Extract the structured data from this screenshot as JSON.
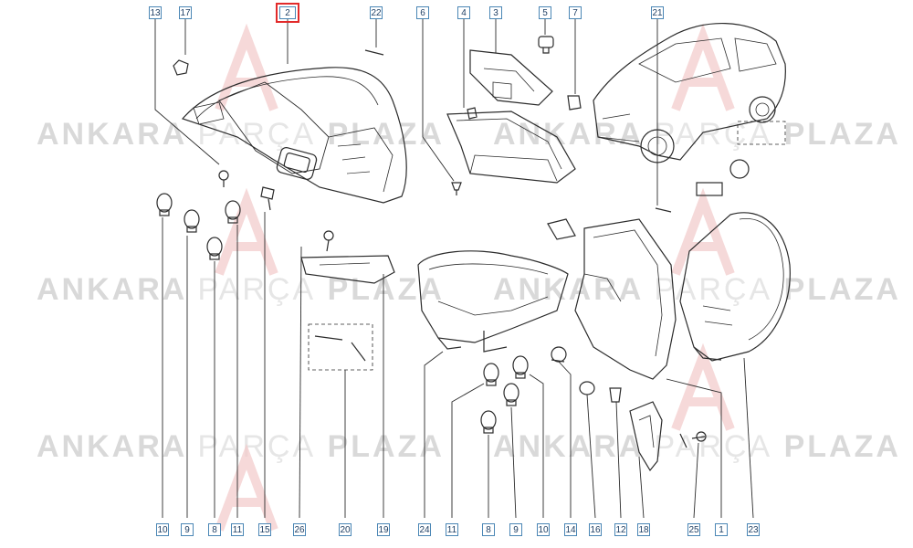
{
  "diagram": {
    "top_callouts": [
      "13",
      "17",
      "2",
      "22",
      "6",
      "4",
      "3",
      "5",
      "7",
      "21"
    ],
    "bottom_callouts": [
      "10",
      "9",
      "8",
      "11",
      "15",
      "26",
      "20",
      "19",
      "24",
      "11",
      "8",
      "9",
      "10",
      "14",
      "16",
      "12",
      "18",
      "25",
      "1",
      "23"
    ],
    "selected_callout": "2"
  },
  "watermark": {
    "word1": "ANKARA",
    "word2": "PARÇA",
    "word3": "PLAZA",
    "logo_letters": "AP"
  },
  "colors": {
    "callout_border": "#4a86b5",
    "callout_text": "#1f3f64",
    "selection": "#e22a2a",
    "line": "#2b2b2b",
    "watermark": "#d9d9d9",
    "logo_red": "#f2c9c9"
  }
}
